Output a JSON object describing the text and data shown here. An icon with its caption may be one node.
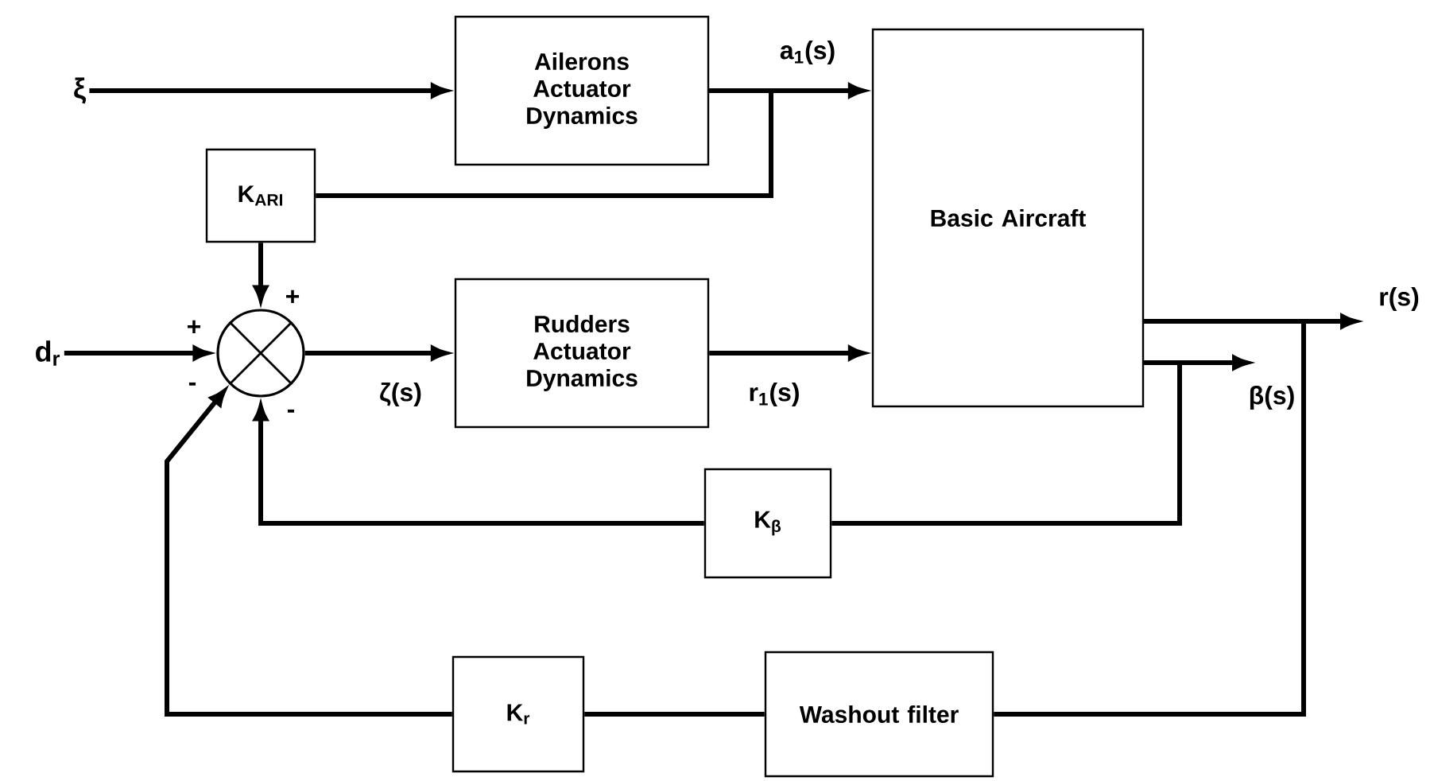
{
  "diagram": {
    "nodes": [
      {
        "text": [
          "ξ"
        ]
      },
      {
        "text": [
          "Ailerons Actuator Dynamics"
        ]
      },
      {
        "text": [
          "K$_{ARI}$"
        ]
      },
      {
        "text": [
          "d$_{r}$"
        ]
      },
      {
        "text": [],
        "shape": "circle",
        "beside": [
          "+",
          "+",
          "-",
          "-"
        ]
      },
      {
        "text": [
          "Rudders Actuator Dynamics"
        ]
      },
      {
        "text": [
          "Basic Aircraft"
        ]
      },
      {
        "text": [
          "K$_{β}$"
        ]
      },
      {
        "text": [
          "K$_{r}$"
        ]
      },
      {
        "text": [
          "Washout filter"
        ]
      }
    ],
    "edges": [
      {
        "from": 0,
        "to": 1,
        "arrow": "to"
      },
      {
        "from": 1,
        "to": 6,
        "arrow": "to",
        "label": "a$_{1}$(s)"
      },
      {
        "from": 1,
        "to": 2,
        "arrow": "none"
      },
      {
        "from": 2,
        "to": 4,
        "arrow": "to"
      },
      {
        "from": 3,
        "to": 4,
        "arrow": "to"
      },
      {
        "from": 4,
        "to": 5,
        "arrow": "to",
        "label": "ζ(s)"
      },
      {
        "from": 5,
        "to": 6,
        "arrow": "to",
        "label": "r$_{1}$(s)"
      },
      {
        "from": 6,
        "to": null,
        "arrow": "to",
        "label": "r(s)"
      },
      {
        "from": 6,
        "to": null,
        "arrow": "to",
        "label": "β(s)"
      },
      {
        "from": 6,
        "to": 7,
        "arrow": "none"
      },
      {
        "from": 7,
        "to": 4,
        "arrow": "to"
      },
      {
        "from": 6,
        "to": 9,
        "arrow": "none"
      },
      {
        "from": 9,
        "to": 8,
        "arrow": "none"
      },
      {
        "from": 8,
        "to": 4,
        "arrow": "to"
      }
    ]
  }
}
